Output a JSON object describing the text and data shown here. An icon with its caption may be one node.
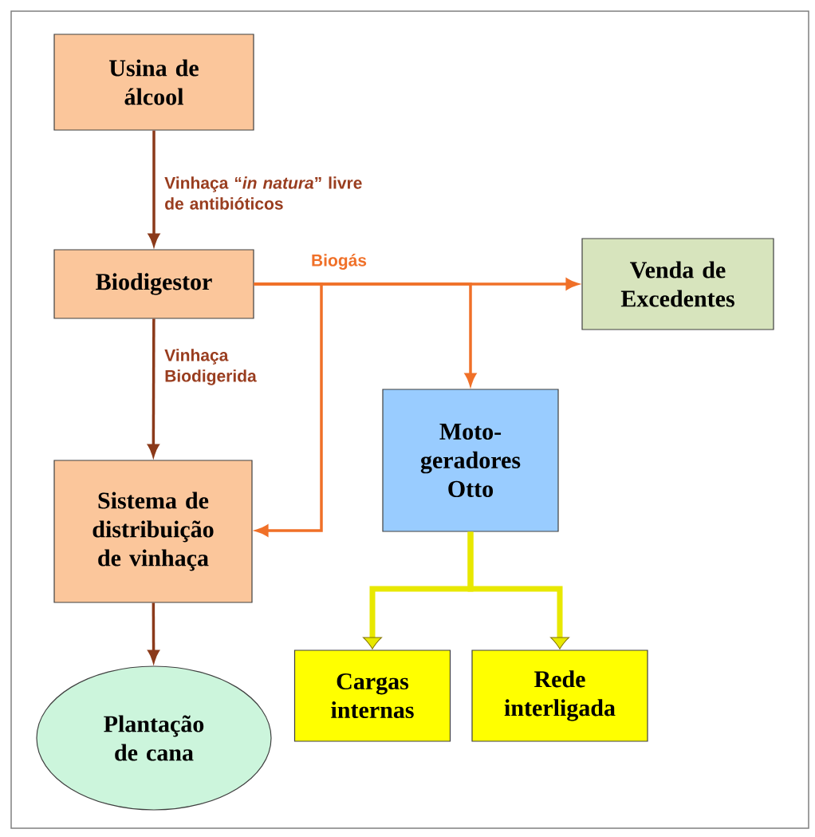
{
  "diagram": {
    "nodes": [
      {
        "text": [
          "Usina de álcool"
        ]
      },
      {
        "text": [
          "Biodigestor"
        ]
      },
      {
        "text": [
          "Venda de Excedentes"
        ]
      },
      {
        "text": [
          "Moto- geradores Otto"
        ]
      },
      {
        "text": [
          "Sistema de distribuição de vinhaça"
        ]
      },
      {
        "text": [
          "Plantação de cana"
        ]
      },
      {
        "text": [
          "Cargas internas"
        ]
      },
      {
        "text": [
          "Rede interligada"
        ]
      }
    ],
    "edges": [
      {
        "from": 0,
        "to": 1,
        "arrow": "to",
        "label": "Vinhaça “*in natura*” livre de antibióticos"
      },
      {
        "from": 1,
        "to": 2,
        "arrow": "to",
        "label": "Biogás",
        "color": "#f07028"
      },
      {
        "from": 1,
        "to": 3,
        "arrow": "to",
        "color": "#f07028"
      },
      {
        "from": 1,
        "to": 4,
        "arrow": "to",
        "color": "#f07028"
      },
      {
        "from": 1,
        "to": 4,
        "arrow": "to",
        "label": "Vinhaça Biodigerida"
      },
      {
        "from": 4,
        "to": 5,
        "arrow": "to"
      },
      {
        "from": 3,
        "to": 6,
        "arrow": "to",
        "style": "thick",
        "color": "#e8e800"
      },
      {
        "from": 3,
        "to": 7,
        "arrow": "to",
        "style": "thick",
        "color": "#e8e800"
      }
    ]
  }
}
